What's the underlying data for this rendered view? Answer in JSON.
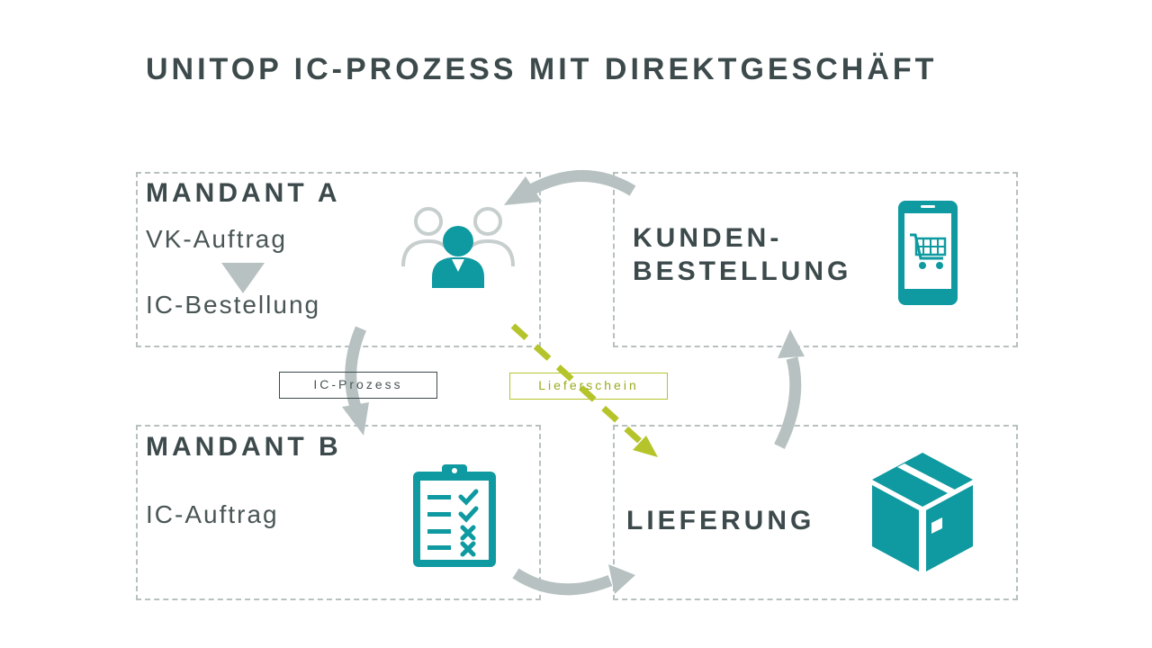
{
  "title": "UNITOP IC-PROZESS MIT DIREKTGESCHÄFT",
  "mandant_a": {
    "heading": "MANDANT A",
    "step1": "VK-Auftrag",
    "step2": "IC-Bestellung",
    "icon": "users-icon"
  },
  "kundenbestellung": {
    "heading_line1": "KUNDEN-",
    "heading_line2": "BESTELLUNG",
    "icon": "smartphone-cart-icon"
  },
  "mandant_b": {
    "heading": "MANDANT B",
    "step1": "IC-Auftrag",
    "icon": "clipboard-checklist-icon"
  },
  "lieferung": {
    "heading": "LIEFERUNG",
    "icon": "package-box-icon"
  },
  "labels": {
    "ic_prozess": "IC-Prozess",
    "lieferschein": "Lieferschein"
  },
  "colors": {
    "teal": "#0e9aa0",
    "arrow_gray": "#b7c1c1",
    "lime": "#b5c42a",
    "text": "#3d4a4c"
  }
}
